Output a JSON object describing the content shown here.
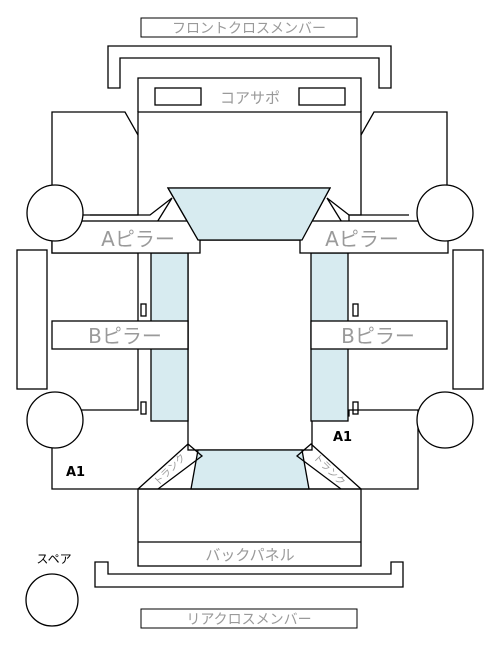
{
  "labels": {
    "front_cross_member": "フロントクロスメンバー",
    "core_support": "コアサポ",
    "a_pillar_left": "Aピラー",
    "a_pillar_right": "Aピラー",
    "b_pillar_left": "Bピラー",
    "b_pillar_right": "Bピラー",
    "a1_left": "A1",
    "a1_right": "A1",
    "trunk_left": "トランク",
    "trunk_right": "トランク",
    "back_panel": "バックパネル",
    "rear_cross_member": "リアクロスメンバー",
    "spare": "スペア"
  },
  "colors": {
    "glass": "#d7ebf0",
    "label_text": "#9a9a9a",
    "line": "#000000"
  }
}
